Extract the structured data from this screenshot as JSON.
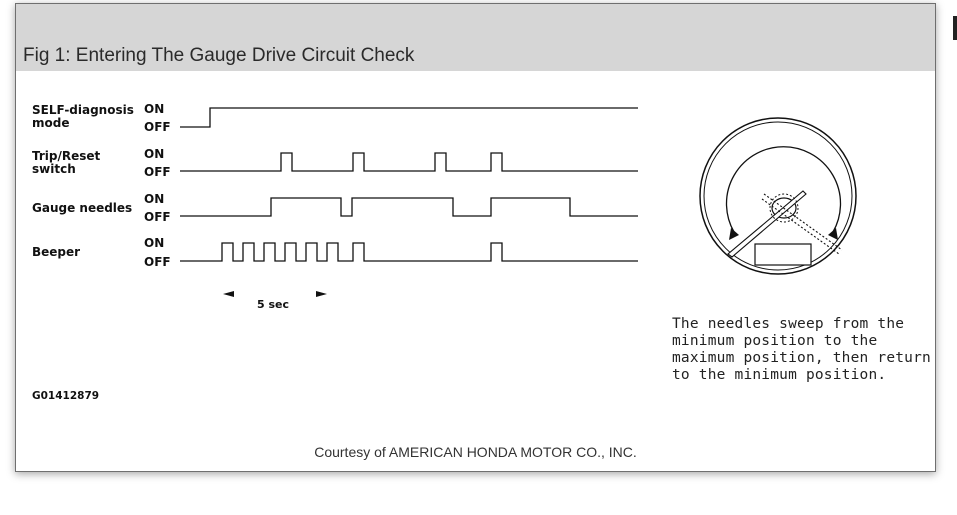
{
  "figure": {
    "title": "Fig 1: Entering The Gauge Drive Circuit Check",
    "courtesy": "Courtesy of AMERICAN HONDA MOTOR CO., INC.",
    "code": "G01412879"
  },
  "signals": [
    {
      "label_line1": "SELF-diagnosis",
      "label_line2": "mode",
      "on": "ON",
      "off": "OFF"
    },
    {
      "label_line1": "Trip/Reset",
      "label_line2": "switch",
      "on": "ON",
      "off": "OFF"
    },
    {
      "label_line1": "Gauge needles",
      "label_line2": "",
      "on": "ON",
      "off": "OFF"
    },
    {
      "label_line1": "Beeper",
      "label_line2": "",
      "on": "ON",
      "off": "OFF"
    }
  ],
  "timing": {
    "duration_label": "5 sec"
  },
  "gauge": {
    "caption": "The needles sweep from the minimum position to the maximum position, then return to the minimum position."
  }
}
